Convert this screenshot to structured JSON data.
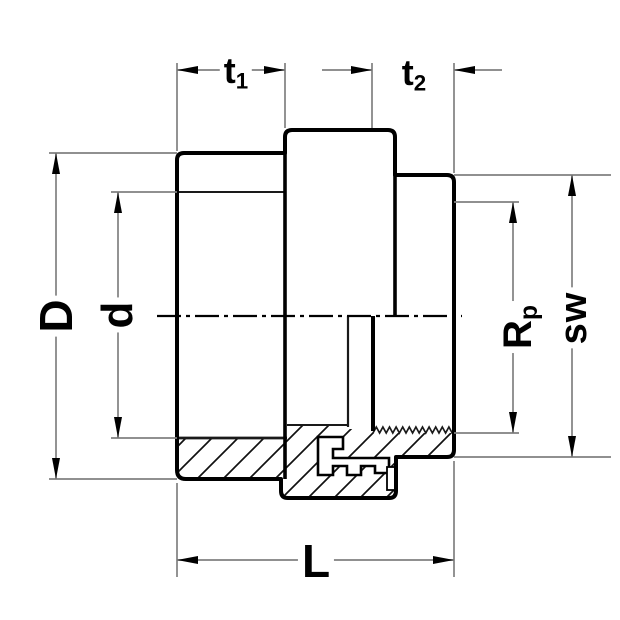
{
  "drawing": {
    "type": "technical-dimension-drawing",
    "dimension_labels": {
      "t1": {
        "base": "t",
        "sub": "1"
      },
      "t2": {
        "base": "t",
        "sub": "2"
      },
      "D": {
        "base": "D",
        "sub": ""
      },
      "d": {
        "base": "d",
        "sub": ""
      },
      "Rp": {
        "base": "R",
        "sub": "p"
      },
      "SW": {
        "base": "sw",
        "sub": ""
      },
      "L": {
        "base": "L",
        "sub": ""
      }
    },
    "colors": {
      "background": "#ffffff",
      "outline": "#000000",
      "dimension_lines": "#808080"
    }
  }
}
